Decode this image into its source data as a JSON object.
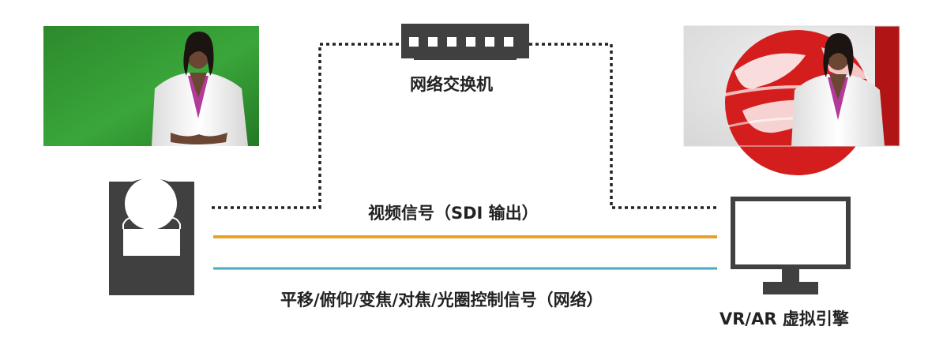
{
  "labels": {
    "network_switch": "网络交换机",
    "video_signal": "视频信号（SDI 输出）",
    "control_signal": "平移/俯仰/变焦/对焦/光圈控制信号（网络）",
    "engine": "VR/AR 虚拟引擎"
  },
  "colors": {
    "video_line": "#e8a12b",
    "control_line": "#4aa8c2",
    "device": "#404040",
    "green_screen": "#2f8e2f",
    "virtual_bg": "#c41d1d"
  },
  "icons": {
    "camera": "ptz-camera-icon",
    "switch": "network-switch-icon",
    "monitor": "monitor-icon"
  }
}
